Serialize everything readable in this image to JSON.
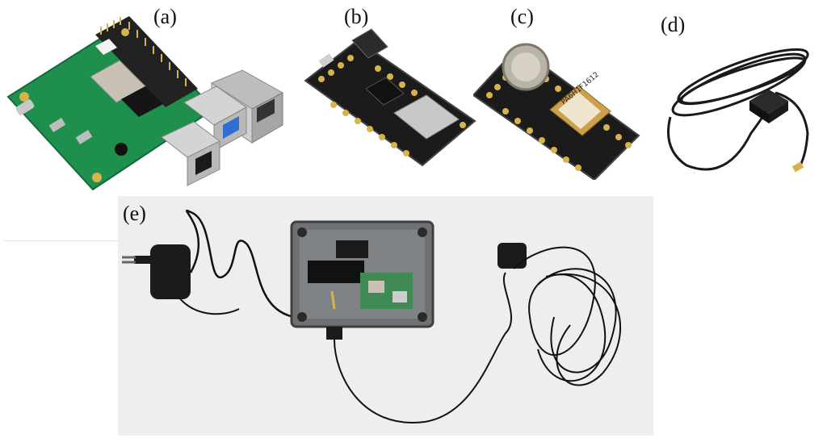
{
  "panels": [
    {
      "id": "a",
      "label": "(a)"
    },
    {
      "id": "b",
      "label": "(b)"
    },
    {
      "id": "c",
      "label": "(c)"
    },
    {
      "id": "d",
      "label": "(d)"
    },
    {
      "id": "e",
      "label": "(e)"
    }
  ],
  "colors": {
    "pcb_green": "#1f8f4e",
    "pcb_black": "#1b1b1b",
    "gold": "#d8b24a",
    "photo_bg": "#eeeeee",
    "enclosure": "#6f7275"
  },
  "markings": {
    "gps_module_text": "PA6H1F1612"
  }
}
